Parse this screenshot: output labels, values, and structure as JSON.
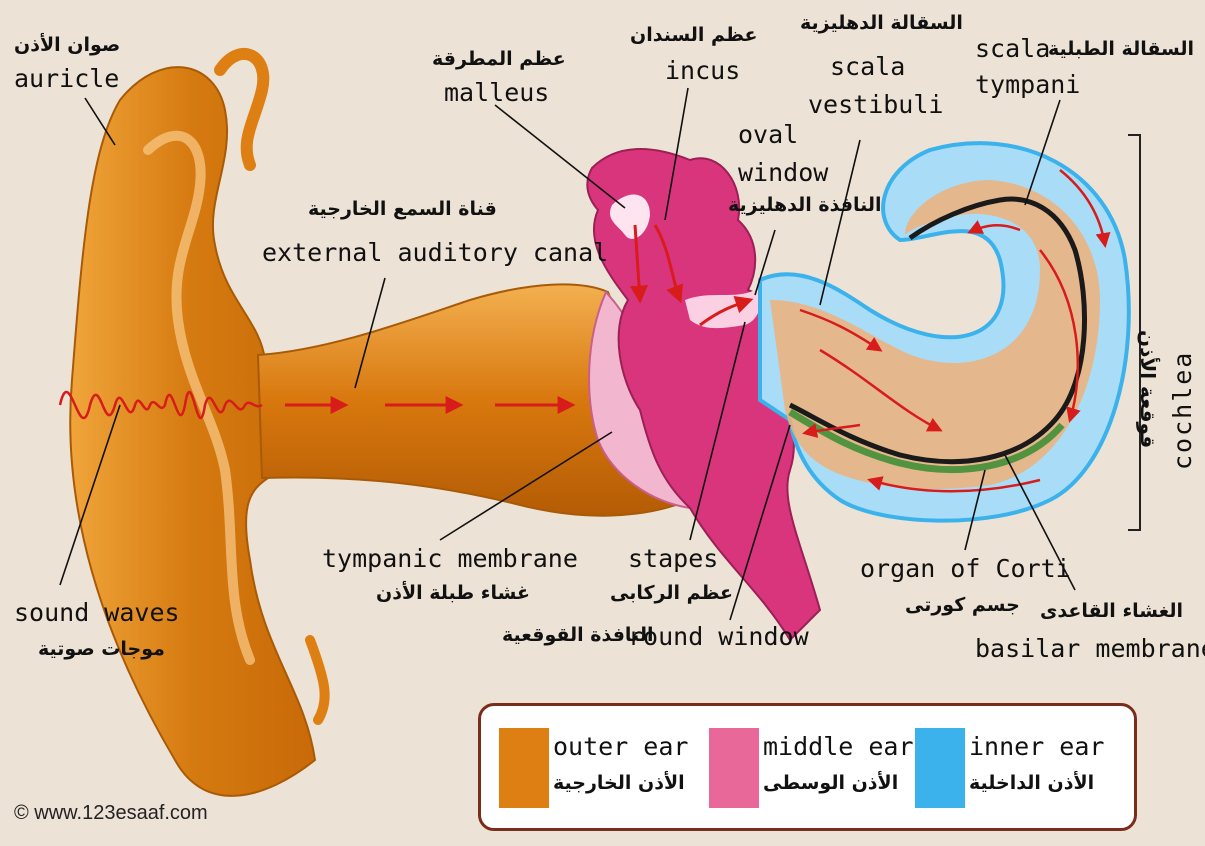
{
  "labels": {
    "auricle_ar": "صوان الأذن",
    "auricle_en": "auricle",
    "malleus_ar": "عظم المطرقة",
    "malleus_en": "malleus",
    "incus_ar": "عظم السندان",
    "incus_en": "incus",
    "scala_vestibuli_ar": "السقالة الدهليزية",
    "scala_vestibuli_en_1": "scala",
    "scala_vestibuli_en_2": "vestibuli",
    "scala_tympani_ar": "السقالة الطبلية",
    "scala_tympani_en_1": "scala",
    "scala_tympani_en_2": "tympani",
    "oval_window_en_1": "oval",
    "oval_window_en_2": "window",
    "oval_window_ar": "النافذة الدهليزية",
    "canal_ar": "قناة السمع الخارجية",
    "canal_en": "external auditory canal",
    "cochlea_en": "cochlea",
    "cochlea_ar": "قوقعة الأذن",
    "tympanic_en": "tympanic membrane",
    "tympanic_ar": "غشاء طبلة الأذن",
    "stapes_en": "stapes",
    "stapes_ar": "عظم الركابى",
    "organ_corti_en": "organ of Corti",
    "organ_corti_ar": "جسم كورتى",
    "basilar_ar": "الغشاء القاعدى",
    "basilar_en": "basilar membrane",
    "sound_waves_en": "sound waves",
    "sound_waves_ar": "موجات صوتية",
    "round_window_ar": "النافذة القوقعية",
    "round_window_en": "round window"
  },
  "legend": {
    "items": [
      {
        "en": "outer ear",
        "ar": "الأذن الخارجية",
        "color": "#dd7f12"
      },
      {
        "en": "middle ear",
        "ar": "الأذن الوسطى",
        "color": "#e8689a"
      },
      {
        "en": "inner ear",
        "ar": "الأذن الداخلية",
        "color": "#3cb2ec"
      }
    ]
  },
  "copyright": "© www.123esaaf.com",
  "colors": {
    "background": "#ece3d6",
    "outer_ear": "#dd7f12",
    "middle_ear": "#d8357c",
    "inner_ear": "#a9dcf6",
    "arrow": "#d81b1b",
    "legend_border": "#7a2d1c"
  }
}
